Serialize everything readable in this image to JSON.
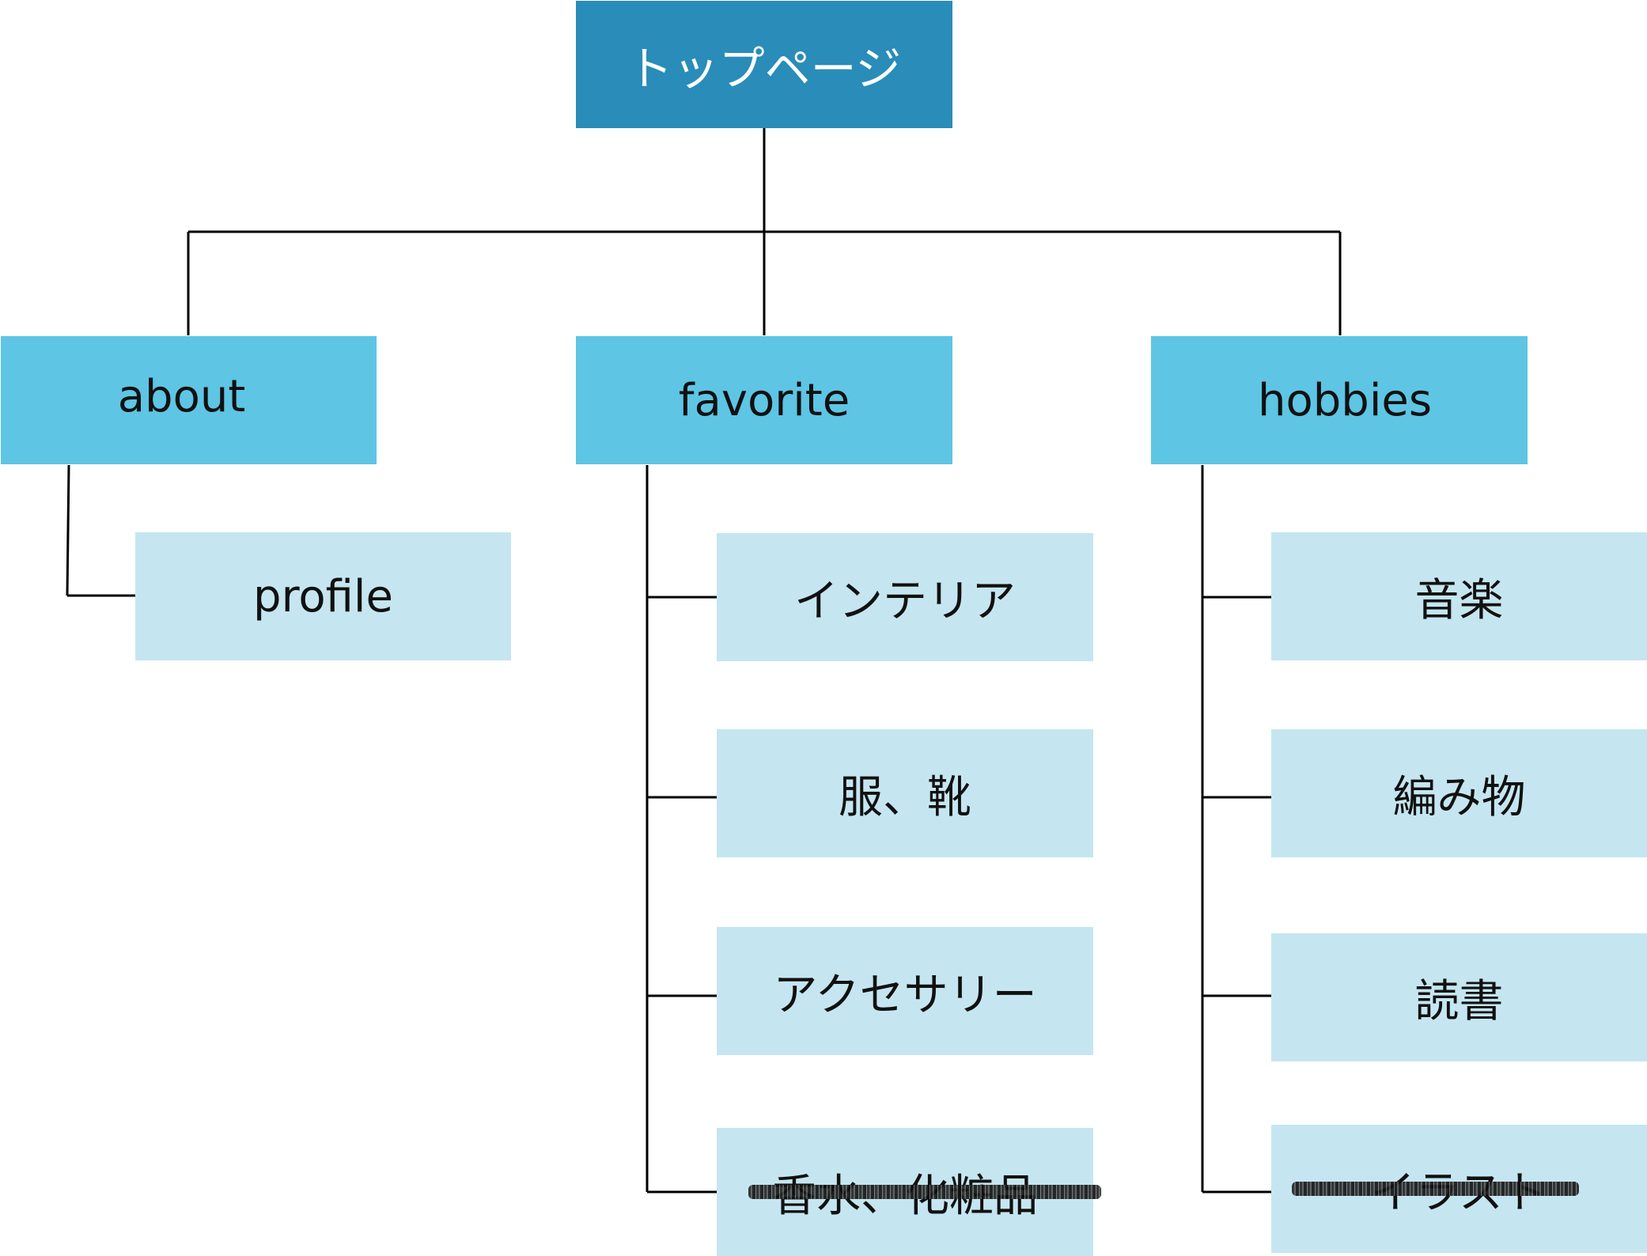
{
  "root": {
    "label": "トップページ"
  },
  "sections": [
    {
      "label": "about",
      "children": [
        {
          "label": "profile",
          "struck": false
        }
      ]
    },
    {
      "label": "favorite",
      "children": [
        {
          "label": "インテリア",
          "struck": false
        },
        {
          "label": "服、靴",
          "struck": false
        },
        {
          "label": "アクセサリー",
          "struck": false
        },
        {
          "label": "香水、化粧品",
          "struck": true
        }
      ]
    },
    {
      "label": "hobbies",
      "children": [
        {
          "label": "音楽",
          "struck": false
        },
        {
          "label": "編み物",
          "struck": false
        },
        {
          "label": "読書",
          "struck": false
        },
        {
          "label": "イラスト",
          "struck": true
        }
      ]
    }
  ],
  "colors": {
    "root": "#2a8cb8",
    "section": "#5ec5e4",
    "page": "#c5e6f0",
    "line": "#000000",
    "root_text": "#ffffff"
  }
}
